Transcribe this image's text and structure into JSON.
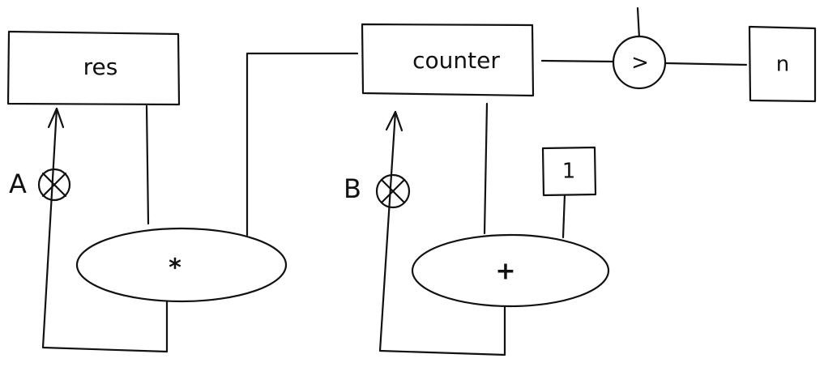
{
  "nodes": {
    "res": "res",
    "counter": "counter",
    "n": "n",
    "one": "1",
    "multiply": "*",
    "add": "+",
    "compare": ">"
  },
  "gates": {
    "a": "A",
    "b": "B"
  }
}
